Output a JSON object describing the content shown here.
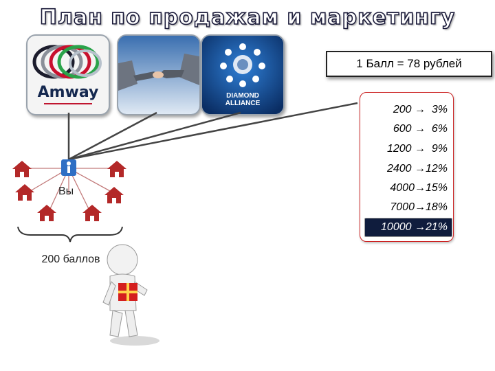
{
  "title": "План по продажам и маркетингу",
  "logos": {
    "amway": "Amway",
    "diamond": "DIAMOND\nALLIANCE"
  },
  "rate_text": "1 Балл = 78 рублей",
  "scale": [
    {
      "text": "200 →  3%",
      "highlighted": false
    },
    {
      "text": "600 →  6%",
      "highlighted": false
    },
    {
      "text": "1200 →  9%",
      "highlighted": false
    },
    {
      "text": "2400 →12%",
      "highlighted": false
    },
    {
      "text": "4000→15%",
      "highlighted": false
    },
    {
      "text": "7000→18%",
      "highlighted": false
    },
    {
      "text": "10000 →21%",
      "highlighted": true
    }
  ],
  "network": {
    "you_label": "Вы",
    "points_label": "200 баллов"
  },
  "colors": {
    "house": "#b32828",
    "scale_border": "#cc2222",
    "highlight_bg": "#0f1c3d",
    "tile_border": "#9aa3ad"
  }
}
